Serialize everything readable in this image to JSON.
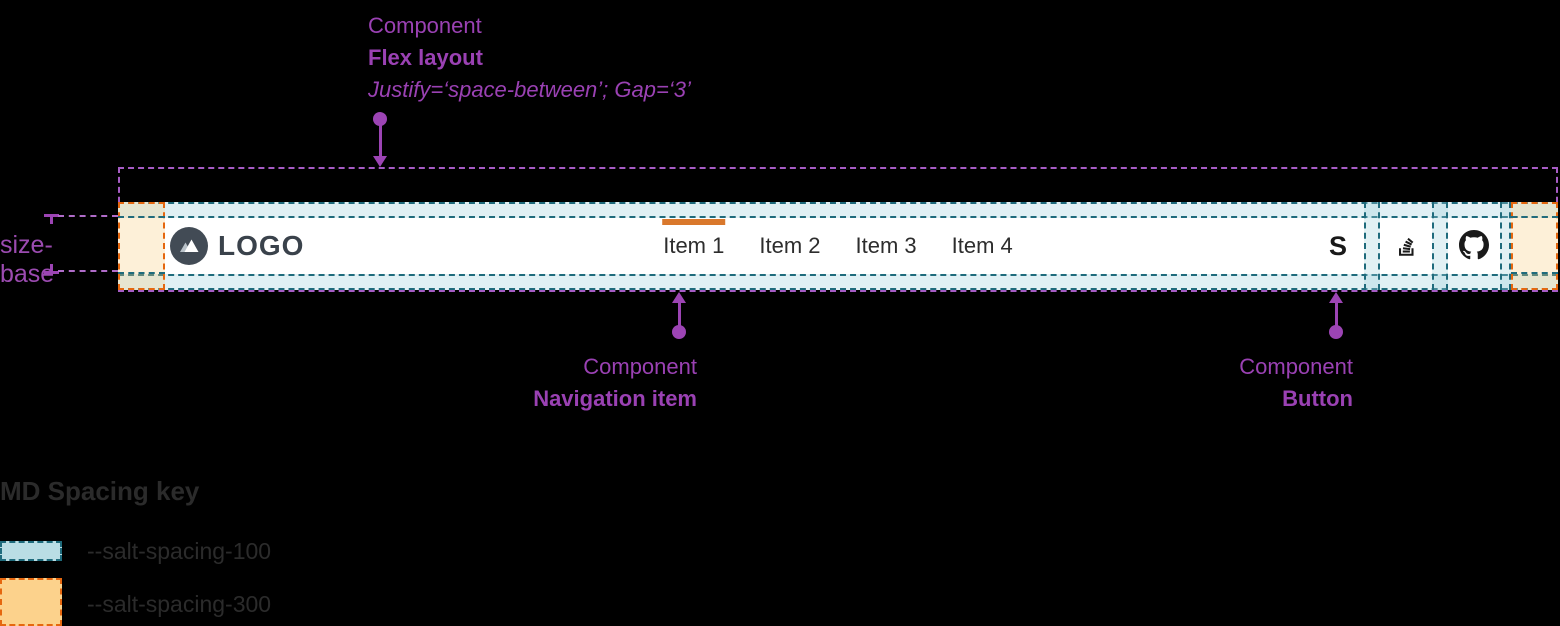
{
  "annotations": {
    "flex": {
      "line1": "Component",
      "line2": "Flex layout",
      "line3": "Justify=‘space-between’; Gap=‘3’"
    },
    "size_base": "size-base",
    "nav_item": {
      "line1": "Component",
      "line2": "Navigation item"
    },
    "button": {
      "line1": "Component",
      "line2": "Button"
    }
  },
  "navbar": {
    "logo_text": "LOGO",
    "items": [
      {
        "label": "Item 1",
        "active": true
      },
      {
        "label": "Item 2",
        "active": false
      },
      {
        "label": "Item 3",
        "active": false
      },
      {
        "label": "Item 4",
        "active": false
      }
    ],
    "buttons": [
      {
        "icon": "salt-s-icon",
        "glyph": "S"
      },
      {
        "icon": "stackoverflow-icon"
      },
      {
        "icon": "github-icon"
      }
    ]
  },
  "legend": {
    "title": "MD Spacing key",
    "items": [
      {
        "label": "--salt-spacing-100",
        "fill": "#badde4",
        "border": "#1f6b7c"
      },
      {
        "label": "--salt-spacing-300",
        "fill": "#fcd28c",
        "border": "#e5670f"
      }
    ]
  },
  "colors": {
    "annotation_purple": "#9a41b3",
    "dashed_purple": "#a65cc4",
    "spacing_100_teal": "#1f6b7c",
    "spacing_300_orange": "#e5670f",
    "active_indicator": "#d9782c",
    "nav_text": "#2d2d2d",
    "logo_slate": "#424b55",
    "background": "#000000"
  }
}
